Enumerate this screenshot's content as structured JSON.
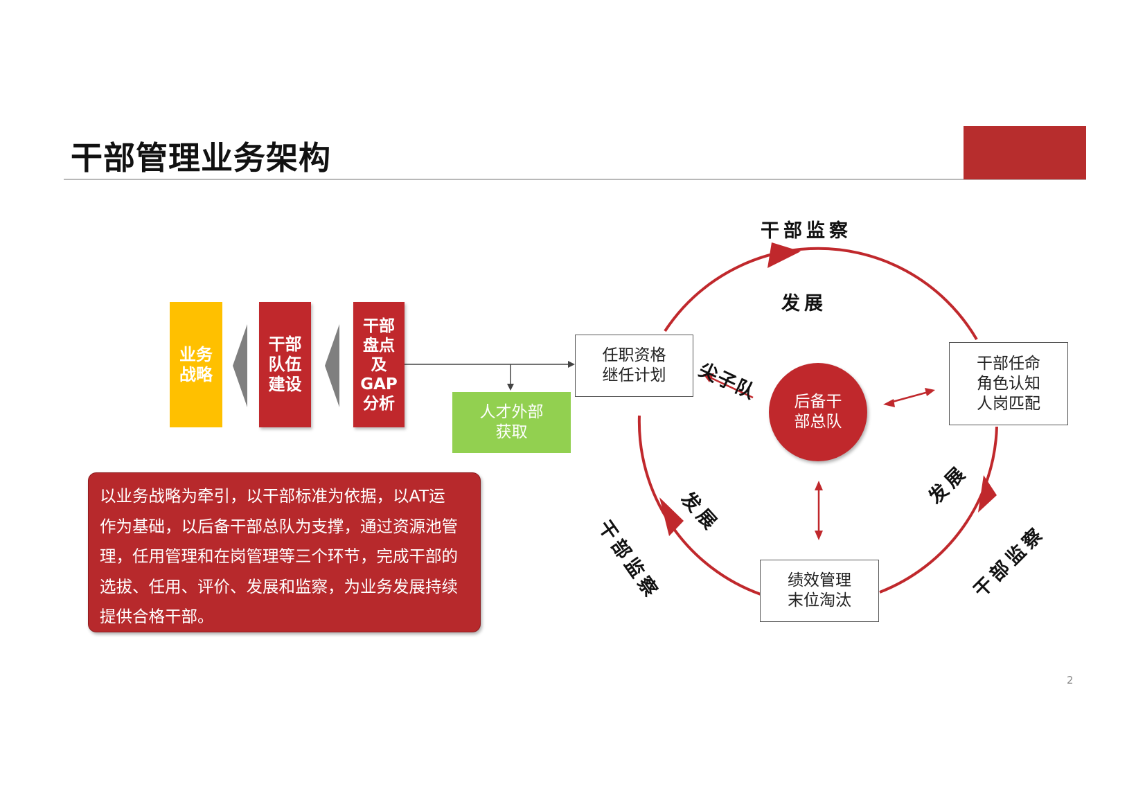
{
  "page": {
    "title": "干部管理业务架构",
    "number": "2"
  },
  "pipeline": {
    "box1": {
      "lines": [
        "业务",
        "战略"
      ]
    },
    "box2": {
      "lines": [
        "干部",
        "队伍",
        "建设"
      ]
    },
    "box3": {
      "lines": [
        "干部",
        "盘点",
        "及",
        "GAP",
        "分析"
      ]
    },
    "talent_box": {
      "lines": [
        "人才外部",
        "获取"
      ]
    }
  },
  "summary": {
    "lines": [
      "以业务战略为牵引，以干部标准为依据，以AT运",
      "作为基础，以后备干部总队为支撑，通过资源池管",
      "理，任用管理和在岗管理等三个环节，完成干部的",
      "选拔、任用、评价、发展和监察，为业务发展持续",
      "提供合格干部。"
    ]
  },
  "cycle": {
    "center": {
      "lines": [
        "后备干",
        "部总队"
      ]
    },
    "box_appointment_qualification": {
      "lines": [
        "任职资格",
        "继任计划"
      ]
    },
    "box_appointment_role": {
      "lines": [
        "干部任命",
        "角色认知",
        "人岗匹配"
      ]
    },
    "box_performance": {
      "lines": [
        "绩效管理",
        "末位淘汰"
      ]
    },
    "label_supervision_top": "干部监察",
    "label_supervision_left": "干部监察",
    "label_supervision_right": "干部监察",
    "label_develop_top": "发展",
    "label_develop_left": "发展",
    "label_develop_right": "发展",
    "label_spearhead": "尖子队"
  },
  "colors": {
    "accent_red": "#c0282c",
    "yellow": "#ffc000",
    "green": "#92d050",
    "gray_chevron": "#808080"
  }
}
